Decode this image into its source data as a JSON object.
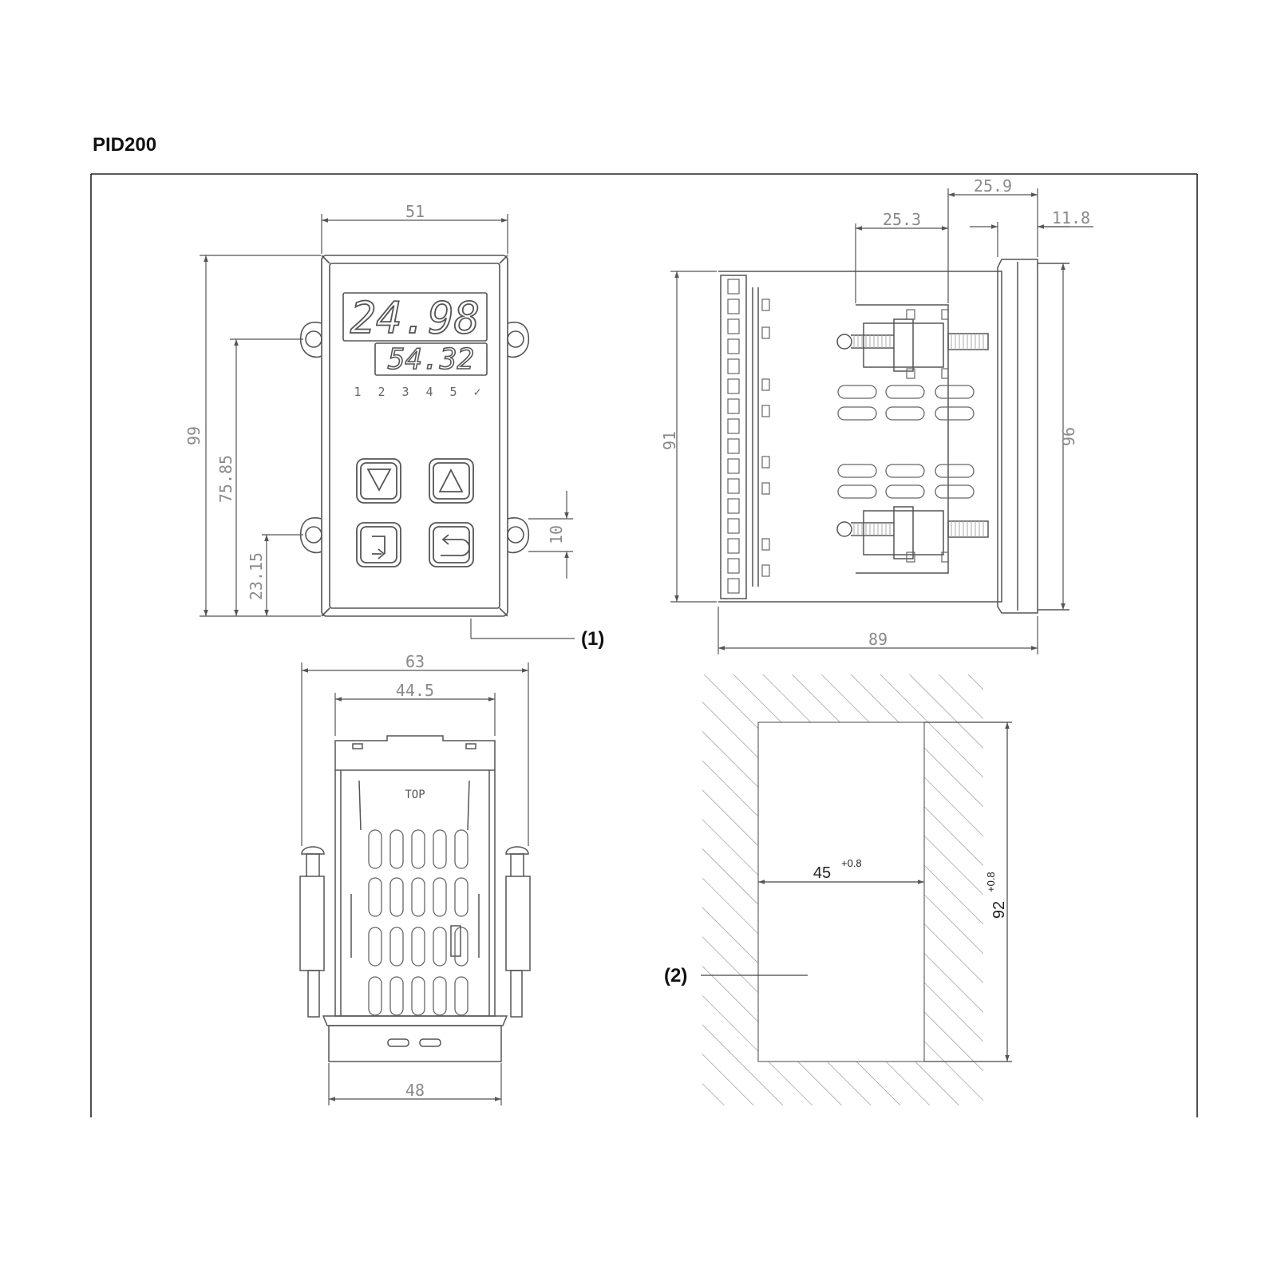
{
  "title": "PID200",
  "front_view": {
    "dims": {
      "width": "51",
      "height": "99",
      "hole_spacing": "75.85",
      "lower_hole": "23.15",
      "tab": "10"
    },
    "display_top": "24.98",
    "display_bottom": "54.32",
    "leds": [
      "1",
      "2",
      "3",
      "4",
      "5",
      "✓"
    ],
    "keys": [
      "down-button",
      "up-button",
      "enter-button",
      "back-button"
    ]
  },
  "side_view": {
    "dims": {
      "depth": "89",
      "height_body": "91",
      "height_bezel": "96",
      "d1": "25.3",
      "d2": "25.9",
      "d3": "11.8"
    }
  },
  "top_view": {
    "dims": {
      "bracket": "63",
      "body": "44.5",
      "bezel": "48"
    },
    "top_label": "TOP"
  },
  "panel_cutout": {
    "width": "45",
    "width_tol": "+0.8",
    "height": "92",
    "height_tol": "+0.8"
  },
  "callouts": {
    "front": "(1)",
    "cutout": "(2)"
  }
}
